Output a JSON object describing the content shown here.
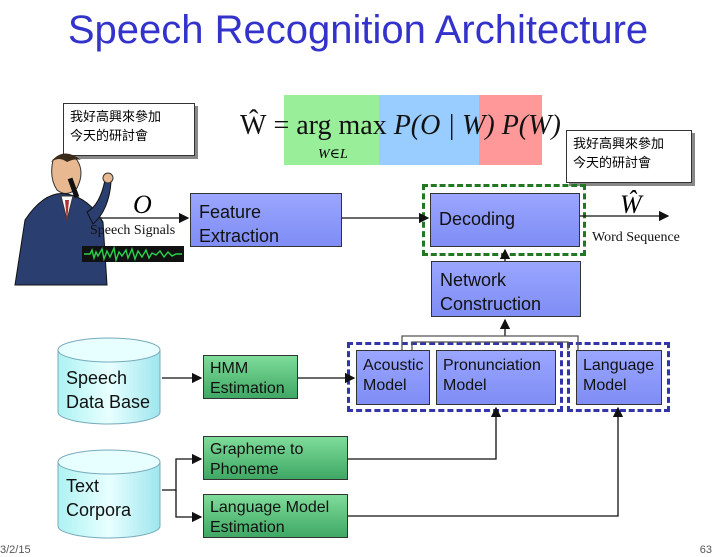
{
  "title": "Speech Recognition Architecture",
  "equation": {
    "lhs": "Ŵ",
    "equals": "=",
    "argmax": "arg max",
    "subscript": "W∈L",
    "likelihood": "P(O | W)",
    "prior": "P(W)"
  },
  "callouts": {
    "speaker": "我好高興來參加\n今天的研討會",
    "output": "我好高興來參加\n今天的研討會"
  },
  "labels": {
    "input_symbol": "O",
    "input_caption": "Speech Signals",
    "output_symbol": "Ŵ",
    "output_caption": "Word Sequence"
  },
  "boxes": {
    "feature_extraction": "Feature\nExtraction",
    "decoding": "Decoding",
    "network_construction": "Network\nConstruction",
    "acoustic_model": "Acoustic\nModel",
    "pronunciation_model": "Pronunciation\nModel",
    "language_model": "Language\nModel",
    "hmm_estimation": "HMM\nEstimation",
    "grapheme_to_phoneme": "Grapheme to\nPhoneme",
    "lm_estimation": "Language Model\nEstimation"
  },
  "databases": {
    "speech": "Speech\nData Base",
    "text": "Text\nCorpora"
  },
  "footer": {
    "left": "3/2/15",
    "right": "63"
  },
  "colors": {
    "title": "#3333cc",
    "argmax_highlight": "#99ee99",
    "likelihood_highlight": "#99ccff",
    "prior_highlight": "#ff9999",
    "decoding_frame": "#227722",
    "model_frame": "#3333aa"
  }
}
